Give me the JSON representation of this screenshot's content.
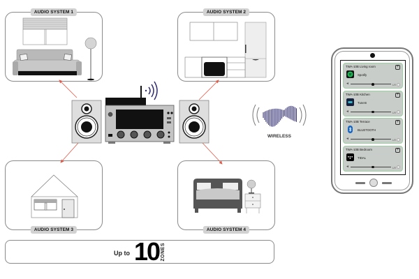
{
  "rooms": [
    {
      "id": "room1",
      "label": "AUDIO SYSTEM 1",
      "scene": "living room"
    },
    {
      "id": "room2",
      "label": "AUDIO SYSTEM 2",
      "scene": "kitchen"
    },
    {
      "id": "room3",
      "label": "AUDIO SYSTEM 3",
      "scene": "house"
    },
    {
      "id": "room4",
      "label": "AUDIO SYSTEM 4",
      "scene": "bedroom"
    }
  ],
  "wireless": {
    "label": "WIRELESS"
  },
  "banner": {
    "prefix": "Up to",
    "number": "10",
    "suffix": "ZONES"
  },
  "phone": {
    "zones": [
      {
        "title": "TWA-10B Living room",
        "source": "Spotify",
        "icon": "spotify-icon",
        "icon_color": "#1db954",
        "volume": 0.55
      },
      {
        "title": "TWA-10B Kitchen",
        "source": "TuneIn",
        "icon": "tunein-icon",
        "icon_color": "#14213d",
        "volume": 0.55
      },
      {
        "title": "TWA-10B Terrace",
        "source": "BLUETOOTH",
        "icon": "bluetooth-icon",
        "icon_color": "#1565c0",
        "volume": 0.55
      },
      {
        "title": "TWA-10B Bedroom",
        "source": "TIDAL",
        "icon": "tidal-icon",
        "icon_color": "#000000",
        "volume": 0.55
      }
    ],
    "lr_label": "LR",
    "add_symbol": "+"
  },
  "colors": {
    "arrow": "#e05a4a",
    "wave": "#2e2a6e",
    "card_border": "#9fd0a4"
  }
}
